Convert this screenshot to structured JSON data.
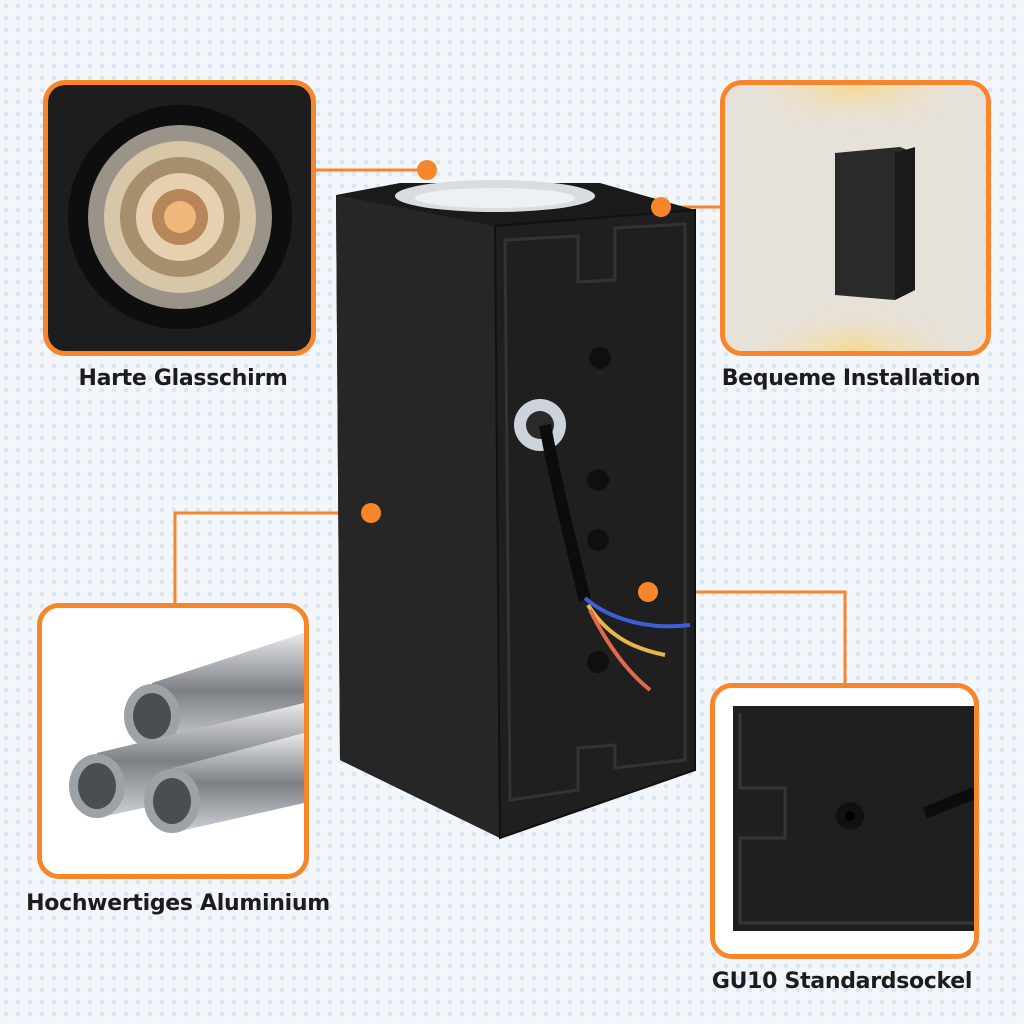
{
  "features": [
    {
      "id": "glass",
      "label": "Harte Glasschirm"
    },
    {
      "id": "installation",
      "label": "Bequeme Installation"
    },
    {
      "id": "aluminium",
      "label": "Hochwertiges Aluminium"
    },
    {
      "id": "socket",
      "label": "GU10 Standardsockel"
    }
  ],
  "colors": {
    "accent": "#f7862a",
    "product": "#1e1e1e"
  }
}
